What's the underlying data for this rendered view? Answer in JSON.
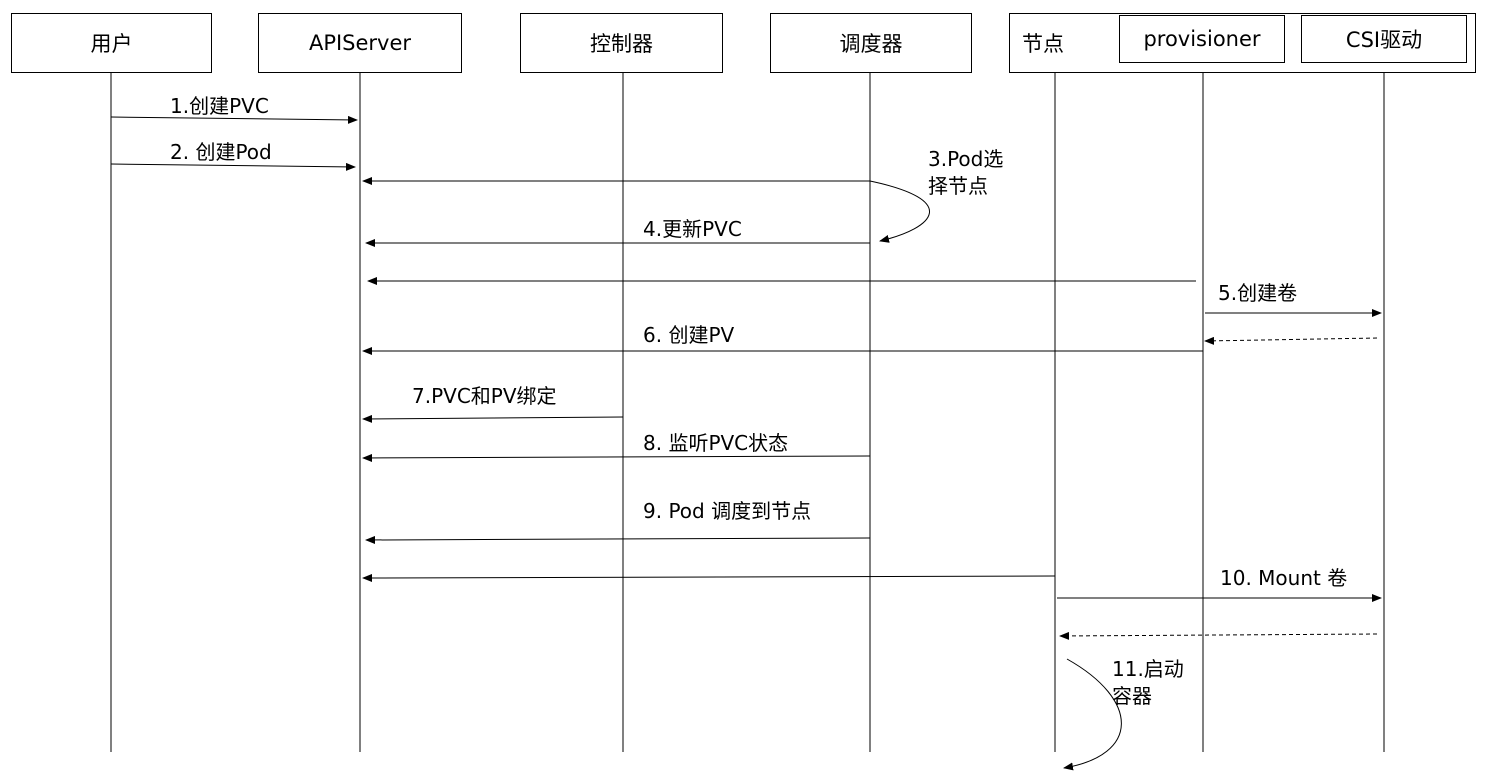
{
  "actors": {
    "user": "用户",
    "apiserver": "APIServer",
    "controller": "控制器",
    "scheduler": "调度器",
    "node": "节点",
    "provisioner": "provisioner",
    "csi": "CSI驱动"
  },
  "steps": [
    {
      "id": 1,
      "label": "1.创建PVC",
      "from": "user",
      "to": "apiserver",
      "style": "solid"
    },
    {
      "id": 2,
      "label": "2. 创建Pod",
      "from": "user",
      "to": "apiserver",
      "style": "solid"
    },
    {
      "id": 3,
      "label": "3.Pod选\n择节点",
      "from": "scheduler",
      "to": "scheduler",
      "style": "self"
    },
    {
      "id": 4,
      "label": "4.更新PVC",
      "from": "scheduler",
      "to": "apiserver",
      "style": "solid"
    },
    {
      "id": 5,
      "label": "5.创建卷",
      "from": "provisioner",
      "to": "csi",
      "style": "solid"
    },
    {
      "id": 6,
      "label": "6. 创建PV",
      "from": "provisioner",
      "to": "apiserver",
      "style": "solid"
    },
    {
      "id": 7,
      "label": "7.PVC和PV绑定",
      "from": "controller",
      "to": "apiserver",
      "style": "solid"
    },
    {
      "id": 8,
      "label": "8. 监听PVC状态",
      "from": "scheduler",
      "to": "apiserver",
      "style": "solid"
    },
    {
      "id": 9,
      "label": "9. Pod 调度到节点",
      "from": "scheduler",
      "to": "apiserver",
      "style": "solid"
    },
    {
      "id": 10,
      "label": "10. Mount 卷",
      "from": "node",
      "to": "csi",
      "style": "solid"
    },
    {
      "id": 11,
      "label": "11.启动\n容器",
      "from": "node",
      "to": "node",
      "style": "self"
    }
  ],
  "colors": {
    "line": "#000000",
    "box_border": "#000000",
    "background": "#ffffff"
  }
}
